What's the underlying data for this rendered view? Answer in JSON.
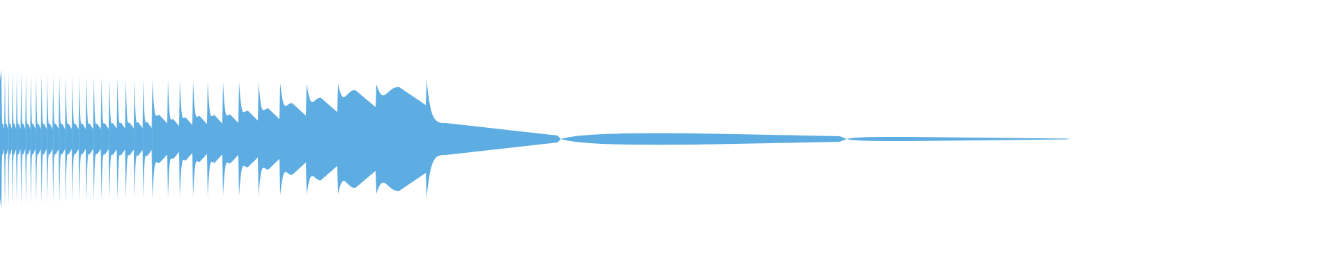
{
  "waveform": {
    "color": "#5DADE2",
    "background": "#ffffff",
    "segments": [
      {
        "type": "burst",
        "count": 34,
        "amplitude": 0.48
      },
      {
        "type": "chirp",
        "amplitude": 0.47
      },
      {
        "type": "chirp",
        "amplitude": 0.45
      },
      {
        "type": "chirp",
        "amplitude": 0.44
      },
      {
        "type": "chirp",
        "amplitude": 0.43
      },
      {
        "type": "chirp",
        "amplitude": 0.42
      },
      {
        "type": "chirp",
        "amplitude": 0.41
      },
      {
        "type": "chirp",
        "amplitude": 0.4
      },
      {
        "type": "chirp",
        "amplitude": 0.38
      },
      {
        "type": "chirp",
        "amplitude": 0.36
      },
      {
        "type": "tail",
        "amplitude": 0.05
      },
      {
        "type": "tail",
        "amplitude": 0.02
      }
    ]
  }
}
